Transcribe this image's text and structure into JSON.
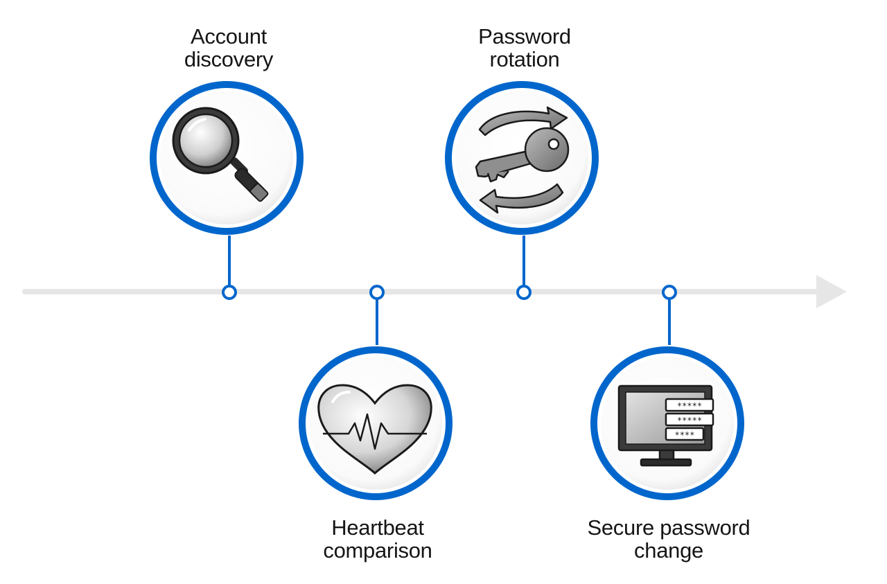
{
  "colors": {
    "accent": "#0066cc",
    "timeline": "#e6e6e6",
    "text": "#151515"
  },
  "steps": [
    {
      "line1": "Account",
      "line2": "discovery",
      "icon": "magnifying-glass-icon",
      "position": "above"
    },
    {
      "line1": "Heartbeat",
      "line2": "comparison",
      "icon": "heart-pulse-icon",
      "position": "below"
    },
    {
      "line1": "Password",
      "line2": "rotation",
      "icon": "key-rotation-icon",
      "position": "above"
    },
    {
      "line1": "Secure password",
      "line2": "change",
      "icon": "monitor-password-icon",
      "position": "below"
    }
  ],
  "monitor": {
    "field1": "*****",
    "field2": "*****",
    "field3": "****"
  }
}
